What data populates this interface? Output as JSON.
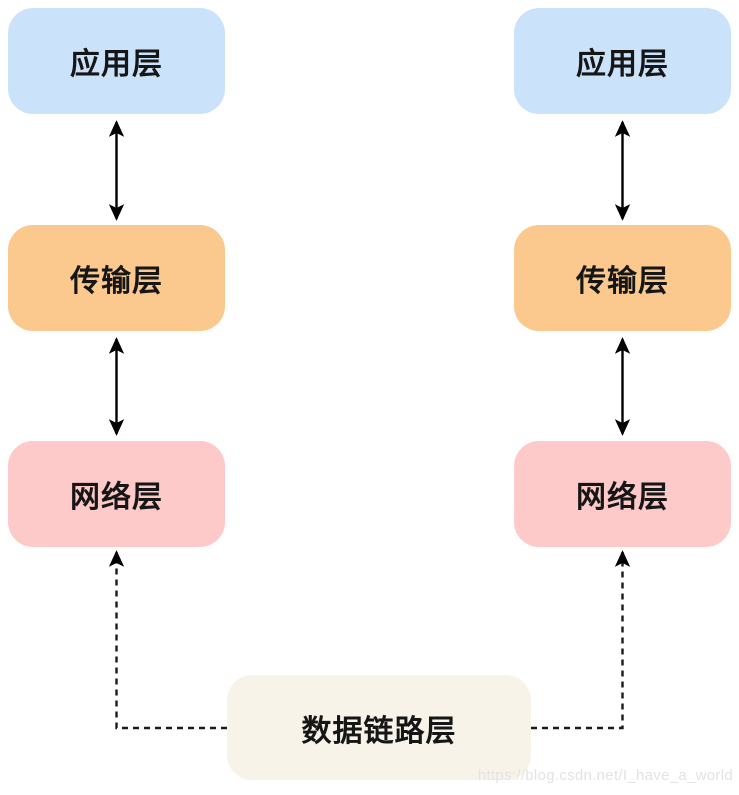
{
  "layers": {
    "application": {
      "label": "应用层",
      "color": "#cbe3fa"
    },
    "transport": {
      "label": "传输层",
      "color": "#fbc88e"
    },
    "network": {
      "label": "网络层",
      "color": "#fdc9c9"
    },
    "datalink": {
      "label": "数据链路层",
      "color": "#f8f3e9"
    }
  },
  "connectors": {
    "arrow_color": "#000000",
    "dashed_color": "#1a1a1a",
    "style_between_layers": "solid-bidirectional",
    "style_to_datalink": "dashed-single-arrow"
  },
  "watermark": {
    "text": "https://blog.csdn.net/I_have_a_world",
    "color": "#e3e3e3"
  }
}
